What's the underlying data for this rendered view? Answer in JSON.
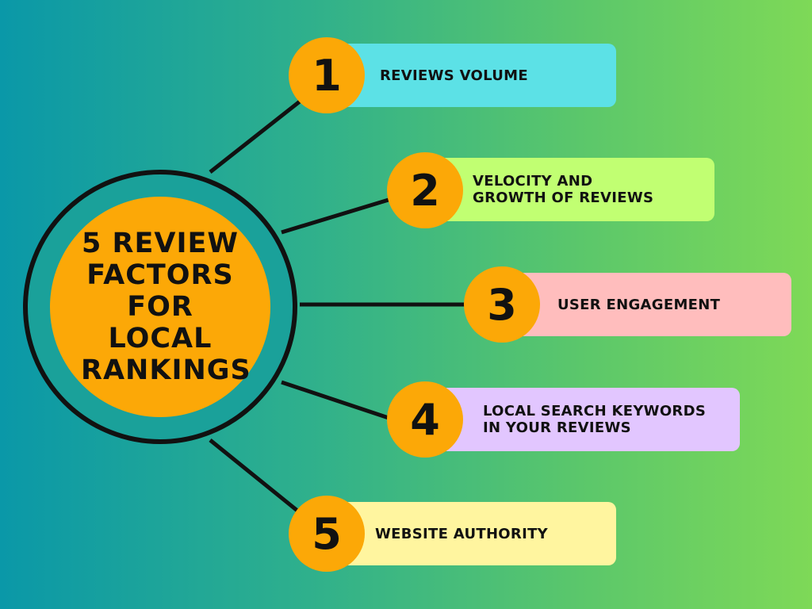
{
  "hub": {
    "title": "5 REVIEW FACTORS FOR LOCAL RANKINGS"
  },
  "factors": [
    {
      "number": "1",
      "label": "REVIEWS VOLUME",
      "color": "#5ce1e6"
    },
    {
      "number": "2",
      "label": "VELOCITY AND\nGROWTH OF REVIEWS",
      "color": "#c1ff72"
    },
    {
      "number": "3",
      "label": "USER ENGAGEMENT",
      "color": "#ffbdbd"
    },
    {
      "number": "4",
      "label": "LOCAL SEARCH KEYWORDS\nIN YOUR REVIEWS",
      "color": "#e2c6ff"
    },
    {
      "number": "5",
      "label": "WEBSITE AUTHORITY",
      "color": "#fff59f"
    }
  ],
  "accent_color": "#fca807"
}
